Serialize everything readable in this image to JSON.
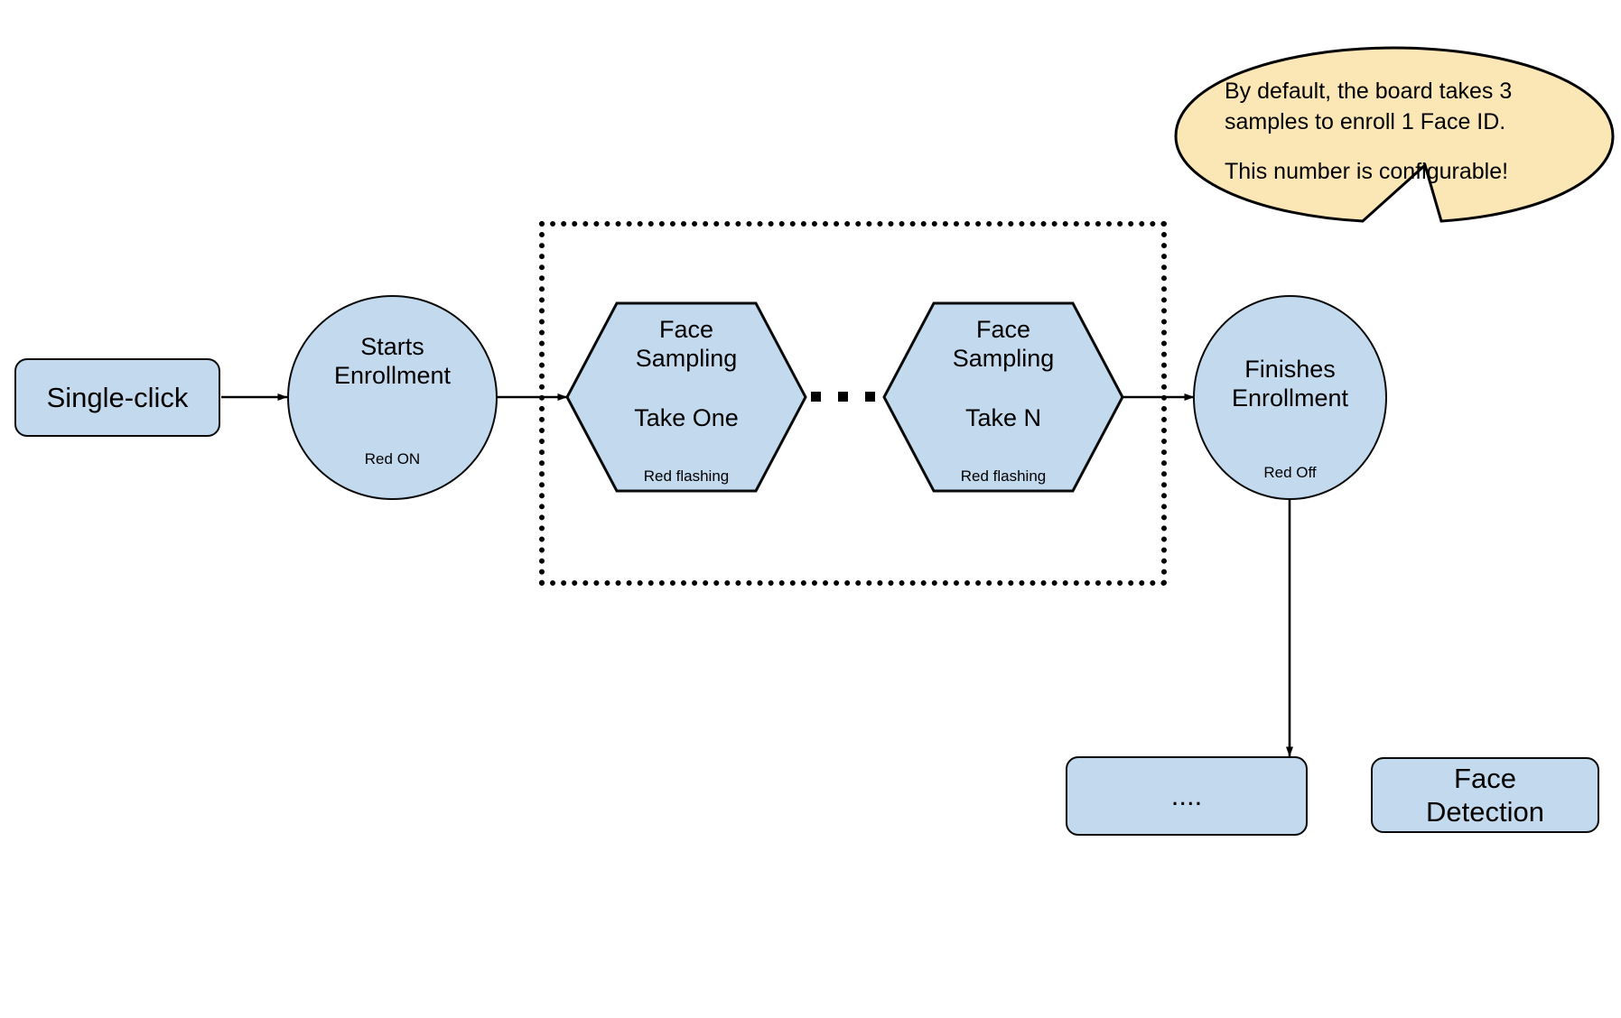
{
  "diagram": {
    "title": "Face ID Enrollment Flow",
    "colors": {
      "node_fill": "#c3d9ed",
      "node_stroke": "#0a0a0a",
      "callout_fill": "#fbe6b5",
      "background": "#ffffff"
    },
    "nodes": {
      "single_click": {
        "label": "Single-click"
      },
      "starts_enrollment": {
        "label": "Starts\nEnrollment",
        "status": "Red ON"
      },
      "face_sampling_one": {
        "label": "Face\nSampling",
        "take": "Take One",
        "status": "Red flashing"
      },
      "face_sampling_n": {
        "label": "Face\nSampling",
        "take": "Take N",
        "status": "Red flashing"
      },
      "finishes_enrollment": {
        "label": "Finishes\nEnrollment",
        "status": "Red Off"
      },
      "face_detection": {
        "label": "Face\nDetection"
      },
      "continuation": {
        "label": "...."
      }
    },
    "callout": {
      "line1": "By default, the board takes 3",
      "line2": "samples to enroll 1 Face ID.",
      "line3": "This number is configurable!"
    },
    "sampling_group": {
      "repeat_indicator": "dotted-ellipsis",
      "dot_count": 4
    }
  }
}
